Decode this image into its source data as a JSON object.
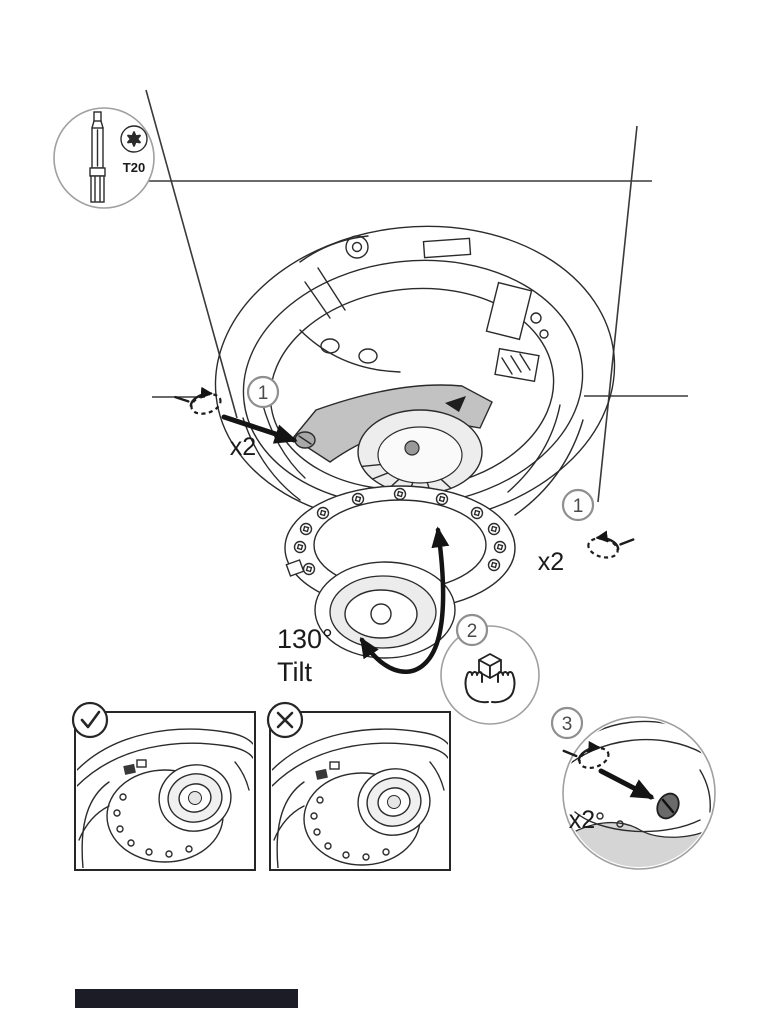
{
  "tool_badge": {
    "label": "T20"
  },
  "steps": {
    "one_left": {
      "number": "1",
      "count": "x2"
    },
    "one_right": {
      "number": "1",
      "count": "x2"
    },
    "two": {
      "number": "2"
    },
    "three": {
      "number": "3",
      "count": "x2"
    }
  },
  "tilt": {
    "angle": "130°",
    "label": "Tilt"
  },
  "colors": {
    "footer_bar": "#1c1c26",
    "line": "#2b2b2b",
    "bracket_gray": "#c2c2c2"
  }
}
